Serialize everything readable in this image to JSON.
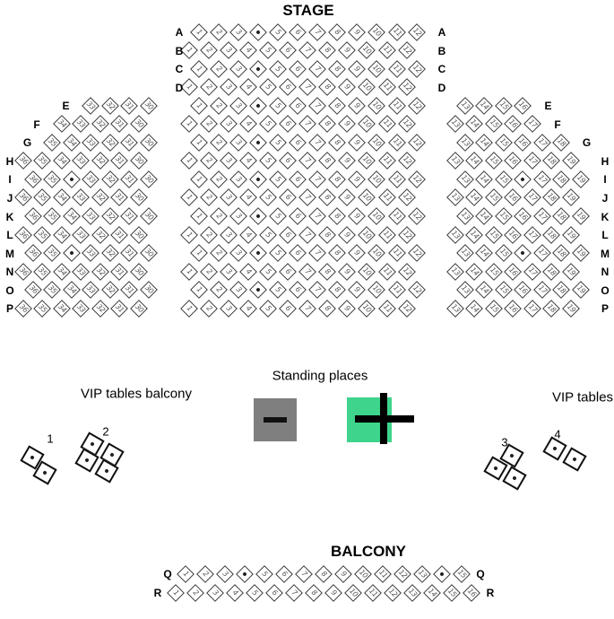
{
  "labels": {
    "stage": "STAGE",
    "balcony": "BALCONY",
    "standing_places": "Standing places",
    "vip_tables_balcony": "VIP tables balcony",
    "vip_tables_right": "VIP tables"
  },
  "colors": {
    "plus_button_green": "#3ed48c",
    "minus_button_gray": "#7f7f7f",
    "seat_border": "#3a3a3a",
    "seat_number": "#555555"
  },
  "main_floor": {
    "center_rows": [
      {
        "label": "A",
        "seats": [
          "1",
          "2",
          "3",
          "•",
          "5",
          "6",
          "7",
          "8",
          "9",
          "10",
          "11",
          "12"
        ]
      },
      {
        "label": "B",
        "seats": [
          "1",
          "2",
          "3",
          "4",
          "5",
          "6",
          "7",
          "8",
          "9",
          "10",
          "11",
          "12"
        ]
      },
      {
        "label": "C",
        "seats": [
          "1",
          "2",
          "3",
          "•",
          "5",
          "6",
          "7",
          "8",
          "9",
          "10",
          "11",
          "12"
        ]
      },
      {
        "label": "D",
        "seats": [
          "1",
          "2",
          "3",
          "4",
          "5",
          "6",
          "7",
          "8",
          "9",
          "10",
          "11",
          "12"
        ]
      },
      {
        "label": "E",
        "seats": [
          "1",
          "2",
          "3",
          "•",
          "5",
          "6",
          "7",
          "8",
          "9",
          "10",
          "11",
          "12"
        ]
      },
      {
        "label": "F",
        "seats": [
          "1",
          "2",
          "3",
          "4",
          "5",
          "6",
          "7",
          "8",
          "9",
          "10",
          "11",
          "12"
        ]
      },
      {
        "label": "G",
        "seats": [
          "1",
          "2",
          "3",
          "•",
          "5",
          "6",
          "7",
          "8",
          "9",
          "10",
          "11",
          "12"
        ]
      },
      {
        "label": "H",
        "seats": [
          "1",
          "2",
          "3",
          "4",
          "5",
          "6",
          "7",
          "8",
          "9",
          "10",
          "11",
          "12"
        ]
      },
      {
        "label": "I",
        "seats": [
          "1",
          "2",
          "3",
          "•",
          "5",
          "6",
          "7",
          "8",
          "9",
          "10",
          "11",
          "12"
        ]
      },
      {
        "label": "J",
        "seats": [
          "1",
          "2",
          "3",
          "4",
          "5",
          "6",
          "7",
          "8",
          "9",
          "10",
          "11",
          "12"
        ]
      },
      {
        "label": "K",
        "seats": [
          "1",
          "2",
          "3",
          "•",
          "5",
          "6",
          "7",
          "8",
          "9",
          "10",
          "11",
          "12"
        ]
      },
      {
        "label": "L",
        "seats": [
          "1",
          "2",
          "3",
          "4",
          "5",
          "6",
          "7",
          "8",
          "9",
          "10",
          "11",
          "12"
        ]
      },
      {
        "label": "M",
        "seats": [
          "1",
          "2",
          "3",
          "•",
          "5",
          "6",
          "7",
          "8",
          "9",
          "10",
          "11",
          "12"
        ]
      },
      {
        "label": "N",
        "seats": [
          "1",
          "2",
          "3",
          "4",
          "5",
          "6",
          "7",
          "8",
          "9",
          "10",
          "11",
          "12"
        ]
      },
      {
        "label": "O",
        "seats": [
          "1",
          "2",
          "3",
          "•",
          "5",
          "6",
          "7",
          "8",
          "9",
          "10",
          "11",
          "12"
        ]
      },
      {
        "label": "P",
        "seats": [
          "1",
          "2",
          "3",
          "4",
          "5",
          "6",
          "7",
          "8",
          "9",
          "10",
          "11",
          "12"
        ]
      }
    ],
    "left_rows": [
      {
        "label": "E",
        "seats": [
          "33",
          "32",
          "31",
          "30"
        ]
      },
      {
        "label": "F",
        "seats": [
          "34",
          "33",
          "32",
          "31",
          "30"
        ]
      },
      {
        "label": "G",
        "seats": [
          "35",
          "34",
          "33",
          "32",
          "31",
          "30"
        ]
      },
      {
        "label": "H",
        "seats": [
          "36",
          "35",
          "34",
          "33",
          "32",
          "31",
          "30"
        ]
      },
      {
        "label": "I",
        "seats": [
          "36",
          "35",
          "•",
          "33",
          "32",
          "31",
          "30"
        ]
      },
      {
        "label": "J",
        "seats": [
          "36",
          "35",
          "34",
          "33",
          "32",
          "31",
          "30"
        ]
      },
      {
        "label": "K",
        "seats": [
          "36",
          "35",
          "34",
          "33",
          "32",
          "31",
          "30"
        ]
      },
      {
        "label": "L",
        "seats": [
          "36",
          "35",
          "34",
          "33",
          "32",
          "31",
          "30"
        ]
      },
      {
        "label": "M",
        "seats": [
          "36",
          "35",
          "•",
          "33",
          "32",
          "31",
          "30"
        ]
      },
      {
        "label": "N",
        "seats": [
          "36",
          "35",
          "34",
          "33",
          "32",
          "31",
          "30"
        ]
      },
      {
        "label": "O",
        "seats": [
          "36",
          "35",
          "34",
          "33",
          "32",
          "31",
          "30"
        ]
      },
      {
        "label": "P",
        "seats": [
          "36",
          "35",
          "34",
          "33",
          "32",
          "31",
          "30"
        ]
      }
    ],
    "right_rows": [
      {
        "label": "E",
        "seats": [
          "13",
          "14",
          "15",
          "16"
        ]
      },
      {
        "label": "F",
        "seats": [
          "13",
          "14",
          "15",
          "16",
          "17"
        ]
      },
      {
        "label": "G",
        "seats": [
          "13",
          "14",
          "15",
          "16",
          "17",
          "18"
        ]
      },
      {
        "label": "H",
        "seats": [
          "13",
          "14",
          "15",
          "16",
          "17",
          "18",
          "19"
        ]
      },
      {
        "label": "I",
        "seats": [
          "13",
          "14",
          "15",
          "•",
          "17",
          "18",
          "19"
        ]
      },
      {
        "label": "J",
        "seats": [
          "13",
          "14",
          "15",
          "16",
          "17",
          "18",
          "19"
        ]
      },
      {
        "label": "K",
        "seats": [
          "13",
          "14",
          "15",
          "16",
          "17",
          "18",
          "19"
        ]
      },
      {
        "label": "L",
        "seats": [
          "13",
          "14",
          "15",
          "16",
          "17",
          "18",
          "19"
        ]
      },
      {
        "label": "M",
        "seats": [
          "13",
          "14",
          "15",
          "•",
          "17",
          "18",
          "19"
        ]
      },
      {
        "label": "N",
        "seats": [
          "13",
          "14",
          "15",
          "16",
          "17",
          "18",
          "19"
        ]
      },
      {
        "label": "O",
        "seats": [
          "13",
          "14",
          "15",
          "16",
          "17",
          "18",
          "19"
        ]
      },
      {
        "label": "P",
        "seats": [
          "13",
          "14",
          "15",
          "16",
          "17",
          "18",
          "19"
        ]
      }
    ]
  },
  "balcony_rows": [
    {
      "label": "Q",
      "seats": [
        "1",
        "2",
        "3",
        "•",
        "5",
        "6",
        "7",
        "8",
        "9",
        "10",
        "11",
        "12",
        "13",
        "•",
        "15"
      ]
    },
    {
      "label": "R",
      "seats": [
        "1",
        "2",
        "3",
        "4",
        "5",
        "6",
        "7",
        "8",
        "9",
        "10",
        "11",
        "12",
        "13",
        "14",
        "15",
        "16"
      ]
    }
  ],
  "vip_tables": [
    {
      "number": "1"
    },
    {
      "number": "2"
    },
    {
      "number": "3"
    },
    {
      "number": "4"
    }
  ]
}
